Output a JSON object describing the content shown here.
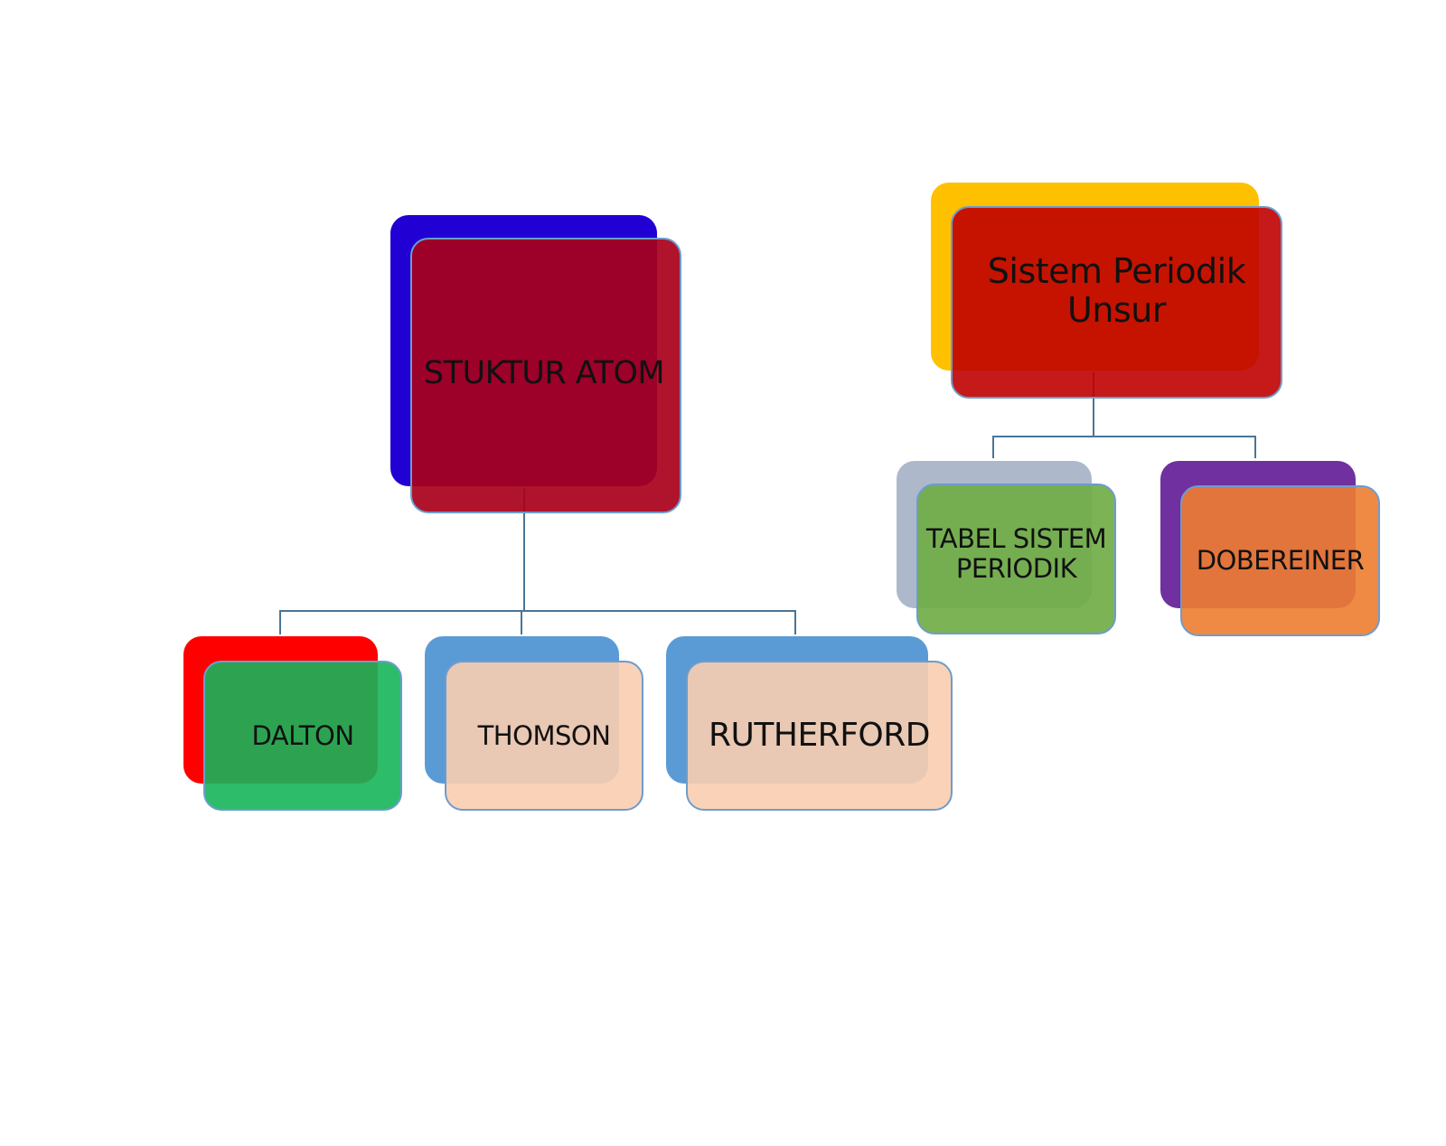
{
  "diagram": {
    "tree_left": {
      "root": {
        "label": "STUKTUR ATOM",
        "back_color": "#2100d4",
        "front_color": "#a8001a",
        "front_alpha": 0.92
      },
      "children": [
        {
          "label": "DALTON",
          "back_color": "#ff0000",
          "front_color": "#16b55a",
          "front_alpha": 0.9
        },
        {
          "label": "THOMSON",
          "back_color": "#5b9bd5",
          "front_color": "#f8cdb0",
          "front_alpha": 0.9
        },
        {
          "label": "RUTHERFORD",
          "back_color": "#5b9bd5",
          "front_color": "#f8cdb0",
          "front_alpha": 0.9
        }
      ]
    },
    "tree_right": {
      "root": {
        "label": "Sistem Periodik\nUnsur",
        "back_color": "#ffc000",
        "front_color": "#c00000",
        "front_alpha": 0.9
      },
      "children": [
        {
          "label": "TABEL SISTEM\nPERIODIK",
          "back_color": "#adb9ca",
          "front_color": "#70ad47",
          "front_alpha": 0.92
        },
        {
          "label": "DOBEREINER",
          "back_color": "#7030a0",
          "front_color": "#ed7d31",
          "front_alpha": 0.9
        }
      ]
    },
    "connector_color": "#4a7596",
    "border_color": "#6d9ccd"
  }
}
